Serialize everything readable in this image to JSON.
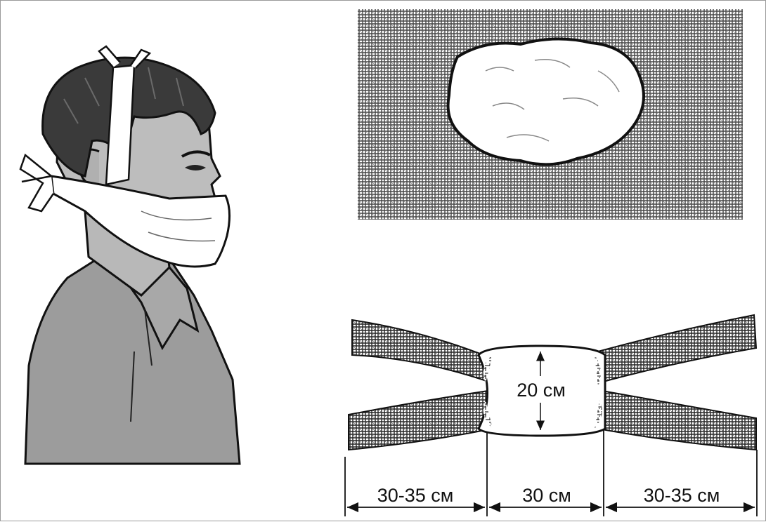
{
  "figure": {
    "height_label": "20 см",
    "side_left_label": "30-35 см",
    "center_label": "30 см",
    "side_right_label": "30-35 см"
  },
  "colors": {
    "ink": "#111111",
    "skin": "#bdbdbd",
    "shirt": "#9c9c9c",
    "hair": "#3a3a3a",
    "gauze": "#ffffff"
  }
}
